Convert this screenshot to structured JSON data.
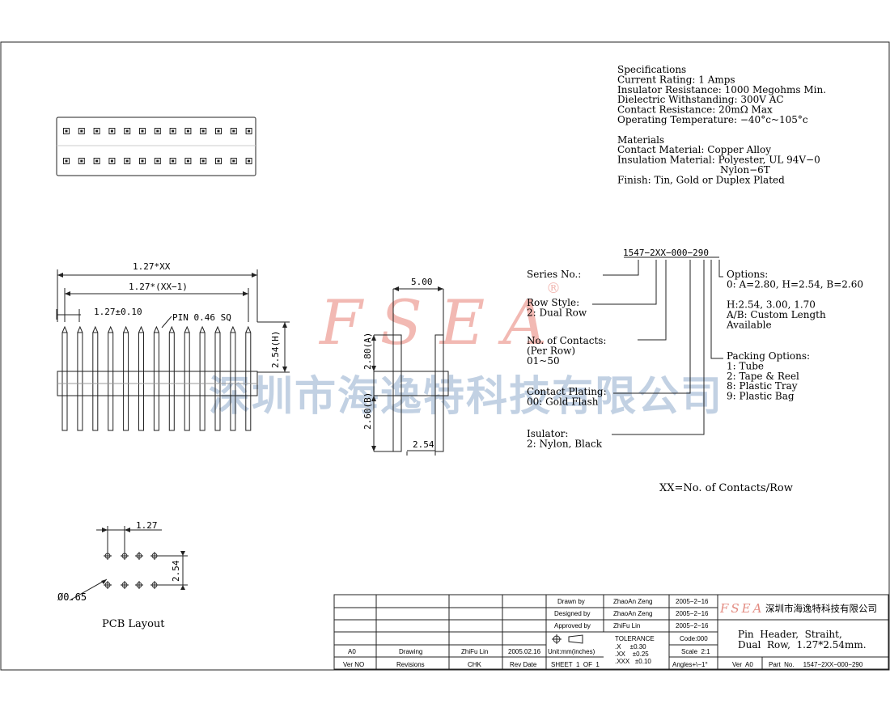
{
  "watermark": {
    "logo": "FSEA",
    "reg": "®",
    "company": "深圳市海逸特科技有限公司"
  },
  "specs": {
    "lines": [
      "Specifications",
      "Current Rating: 1 Amps",
      "Insulator Resistance: 1000 Megohms Min.",
      "Dielectric Withstanding: 300V AC",
      "Contact Resistance: 20mΩ Max",
      "Operating Temperature: −40°c~105°c",
      "",
      "Materials",
      "Contact Material: Copper Alloy",
      "Insulation Material: Polyester, UL 94V−0",
      "                 Nylon−6T",
      "Finish: Tin, Gold or Duplex Plated"
    ]
  },
  "front_view": {
    "dim_total": "1.27*XX",
    "dim_span": "1.27*(XX−1)",
    "dim_pitch": "1.27±0.10",
    "pin_label": "PIN 0.46 SQ",
    "dim_height": "2.54(H)"
  },
  "side_view": {
    "dim_top": "5.00",
    "dim_a": "2.80(A)",
    "dim_b": "2.60(B)",
    "dim_bottom": "2.54"
  },
  "part_number": {
    "code": "1547−2XX−000−290",
    "series": "Series No.:",
    "row_style": [
      "Row Style:",
      "2: Dual Row"
    ],
    "contacts": [
      "No. of Contacts:",
      "(Per Row)",
      "01~50"
    ],
    "plating": [
      "Contact Plating:",
      "00: Gold Flash"
    ],
    "insulator": [
      "Isulator:",
      "2: Nylon, Black"
    ],
    "options": [
      "Options:",
      "0: A=2.80, H=2.54, B=2.60",
      "",
      "H:2.54, 3.00, 1.70",
      "A/B: Custom Length",
      "Available"
    ],
    "packing": [
      "Packing Options:",
      "1: Tube",
      "2: Tape & Reel",
      "8: Plastic Tray",
      "9: Plastic Bag"
    ],
    "note": "XX=No. of Contacts/Row"
  },
  "pcb": {
    "dim_pitch": "1.27",
    "dim_row": "2.54",
    "dim_hole": "Ø0.65",
    "title": "PCB Layout"
  },
  "title_block": {
    "drawn_label": "Drawn  by",
    "drawn_name": "ZhaoAn Zeng",
    "drawn_date": "2005−2−16",
    "designed_label": "Designed  by",
    "designed_name": "ZhaoAn Zeng",
    "designed_date": "2005−2−16",
    "approved_label": "Approved  by",
    "approved_name": "ZhiFu Lin",
    "approved_date": "2005−2−16",
    "tolerance": "TOLERANCE",
    "code": "Code:000",
    "rev_a0": "A0",
    "drawing": "Drawing",
    "chk_name": "ZhiFu Lin",
    "chk_date": "2005.02.16",
    "units": "Unit:mm(inches)",
    "tol_x": ".X     ±0.30",
    "tol_xx": ".XX    ±0.25",
    "tol_xxx": ".XXX   ±0.10",
    "scale": "Scale  2:1",
    "ver_no": "Ver NO",
    "revisions": "Revisions",
    "chk": "CHK",
    "rev_date": "Rev Date",
    "sheet": "SHEET  1  OF  1",
    "angles": "Angles+\\−1°",
    "logo": "FSEA",
    "company": "深圳市海逸特科技有限公司",
    "title1": "Pin  Header,  Straiht,",
    "title2": "Dual  Row,  1.27*2.54mm.",
    "ver": "Ver  A0",
    "part_no": "Part  No.     1547−2XX−000−290"
  }
}
